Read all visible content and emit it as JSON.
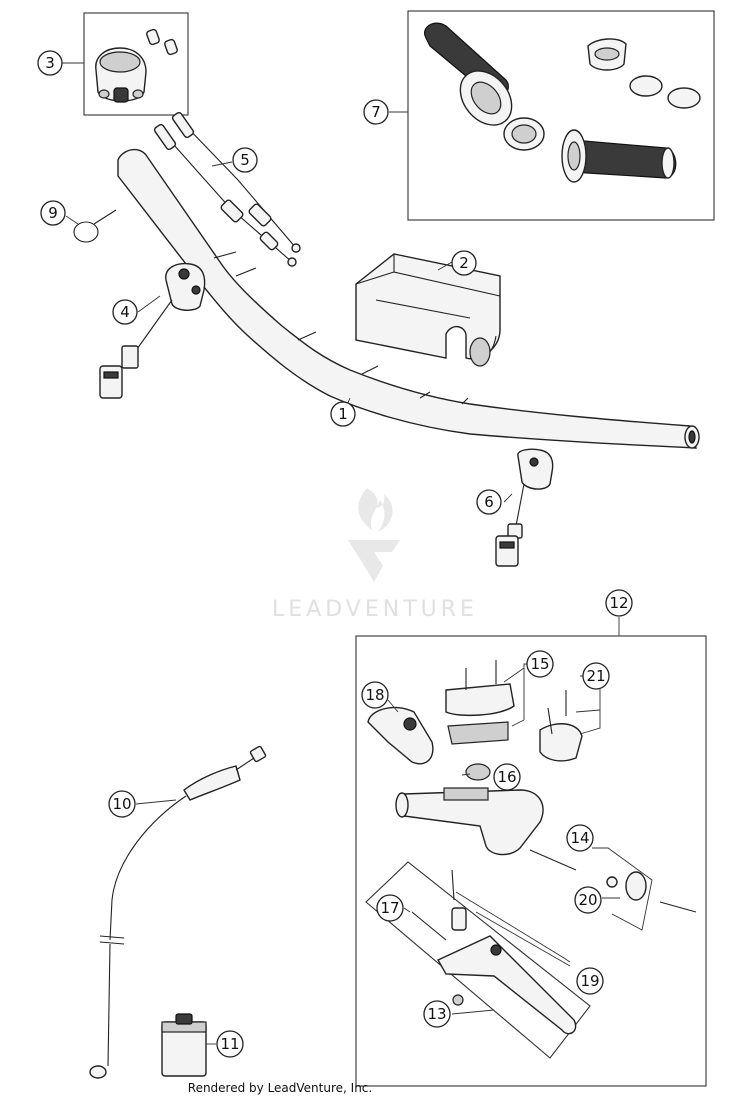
{
  "watermark": {
    "text": "LEADVENTURE"
  },
  "footer": {
    "text": "Rendered by LeadVenture, Inc."
  },
  "callouts": [
    "1",
    "2",
    "3",
    "4",
    "5",
    "6",
    "7",
    "9",
    "10",
    "11",
    "12",
    "13",
    "14",
    "15",
    "16",
    "17",
    "18",
    "19",
    "20",
    "21"
  ]
}
